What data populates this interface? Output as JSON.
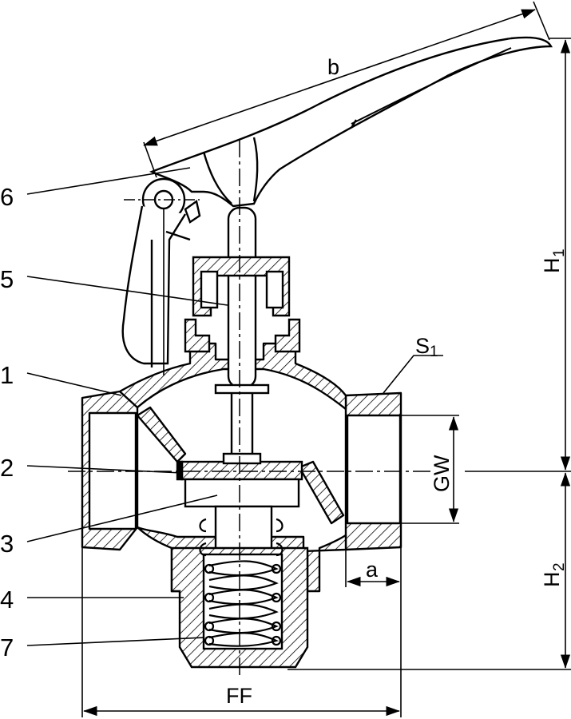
{
  "callouts": [
    "6",
    "5",
    "1",
    "2",
    "3",
    "4",
    "7"
  ],
  "dimensions": {
    "b": "b",
    "H1_main": "H",
    "H1_sub": "1",
    "H2_main": "H",
    "H2_sub": "2",
    "S1_main": "S",
    "S1_sub": "1",
    "GW": "GW",
    "a": "a",
    "FF": "FF"
  }
}
